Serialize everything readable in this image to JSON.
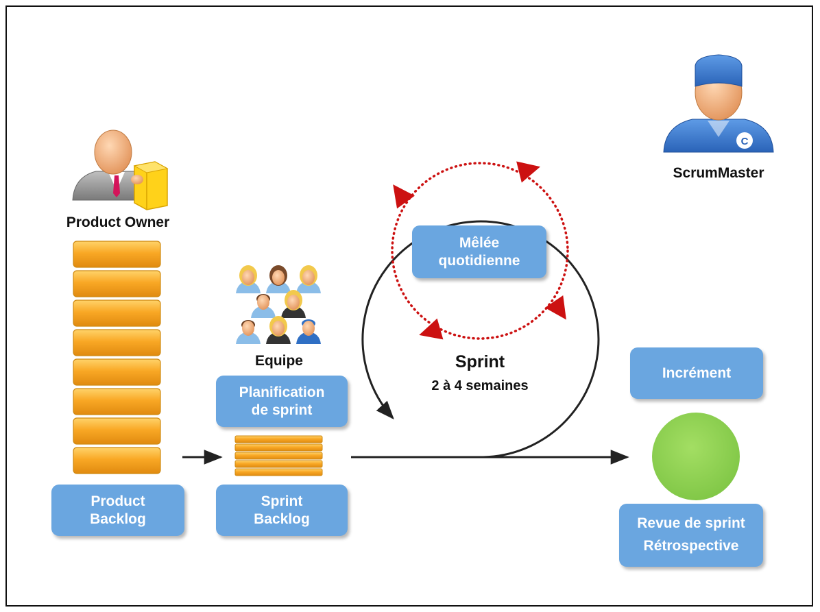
{
  "roles": {
    "product_owner": "Product Owner",
    "scrum_master": "ScrumMaster",
    "team": "Equipe"
  },
  "artifacts": {
    "product_backlog": [
      "Product",
      "Backlog"
    ],
    "sprint_backlog": [
      "Sprint",
      "Backlog"
    ],
    "increment": "Incrément"
  },
  "events": {
    "sprint_planning": [
      "Planification",
      "de sprint"
    ],
    "daily_scrum": [
      "Mêlée",
      "quotidienne"
    ],
    "sprint_review": [
      "Revue de sprint",
      "Rétrospective"
    ]
  },
  "sprint": {
    "title": "Sprint",
    "duration": "2 à 4 semaines"
  },
  "icons": {
    "product_owner": "businessman-with-box-icon",
    "scrum_master": "coach-with-cap-icon",
    "team": "team-members-icon",
    "review": "green-circle"
  },
  "colors": {
    "box": "#6aa6e0",
    "backlog_block": "#f7a51c",
    "loop_arrow": "#cc1111",
    "review_circle": "#8fd14f",
    "flow_line": "#222222"
  }
}
